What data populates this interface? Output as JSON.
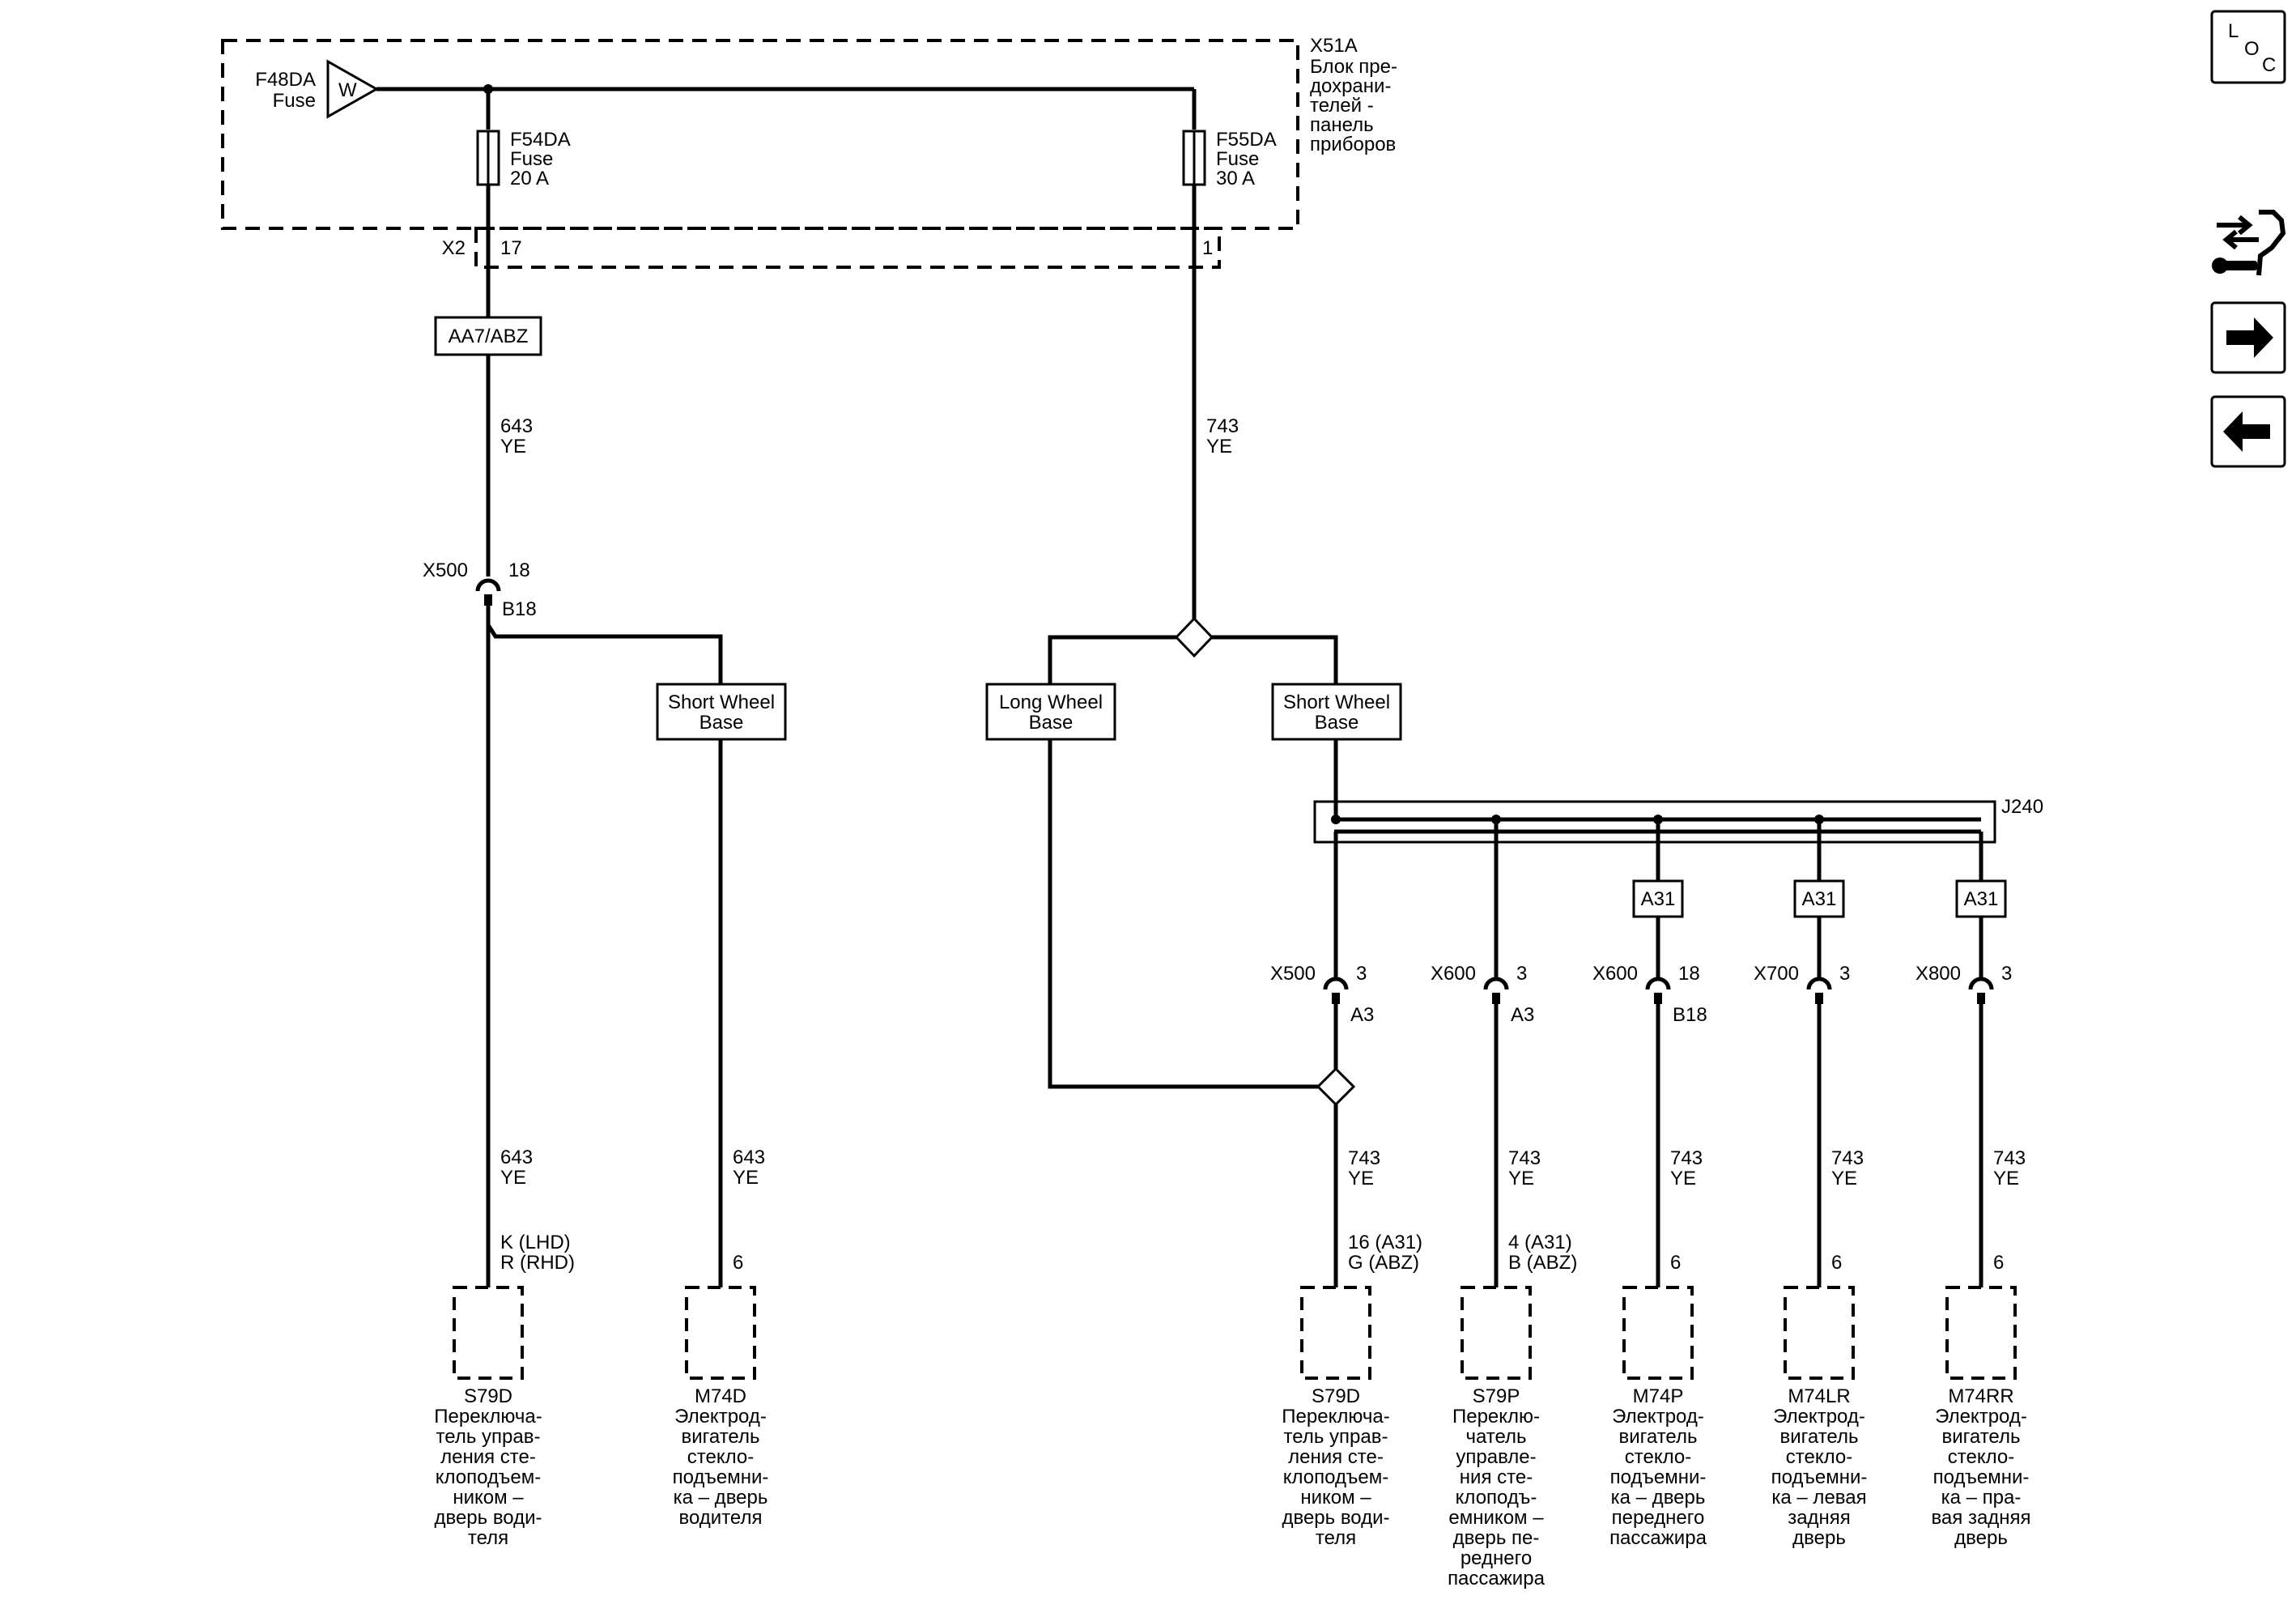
{
  "fuse_block": {
    "name": "X51A",
    "desc": [
      "Блок пре-",
      "дохрани-",
      "телей -",
      "панель",
      "приборов"
    ],
    "feed_fuse": [
      "F48DA",
      "Fuse"
    ],
    "feed_symbol": "W",
    "fuse1": [
      "F54DA",
      "Fuse",
      "20 A"
    ],
    "fuse2": [
      "F55DA",
      "Fuse",
      "30 A"
    ],
    "connector": "X2",
    "pin1": "17",
    "pin2": "1"
  },
  "option_boxes": {
    "aa7_abz": "AA7/ABZ",
    "short_wb_left": [
      "Short Wheel",
      "Base"
    ],
    "long_wb": [
      "Long Wheel",
      "Base"
    ],
    "short_wb_right": [
      "Short Wheel",
      "Base"
    ],
    "a31": "A31"
  },
  "wires": {
    "w643": [
      "643",
      "YE"
    ],
    "w743": [
      "743",
      "YE"
    ]
  },
  "inline_connectors": {
    "x500_left": {
      "name": "X500",
      "pin_top": "18",
      "pin_bottom": "B18"
    },
    "c1": {
      "name": "X500",
      "pin_top": "3",
      "pin_bottom": "A3"
    },
    "c2": {
      "name": "X600",
      "pin_top": "3",
      "pin_bottom": "A3"
    },
    "c3": {
      "name": "X600",
      "pin_top": "18",
      "pin_bottom": "B18"
    },
    "c4": {
      "name": "X700",
      "pin_top": "3",
      "pin_bottom": ""
    },
    "c5": {
      "name": "X800",
      "pin_top": "3",
      "pin_bottom": ""
    }
  },
  "splice": "J240",
  "components": {
    "s79d_left": {
      "pin": [
        "K (LHD)",
        "R (RHD)"
      ],
      "id": "S79D",
      "desc": [
        "Переключа-",
        "тель управ-",
        "ления сте-",
        "клоподъем-",
        "ником –",
        "дверь води-",
        "теля"
      ]
    },
    "m74d": {
      "pin": [
        "6"
      ],
      "id": "M74D",
      "desc": [
        "Электрод-",
        "вигатель",
        "стекло-",
        "подъемни-",
        "ка – дверь",
        "водителя"
      ]
    },
    "s79d_right": {
      "pin": [
        "16 (A31)",
        "G (ABZ)"
      ],
      "id": "S79D",
      "desc": [
        "Переключа-",
        "тель управ-",
        "ления сте-",
        "клоподъем-",
        "ником –",
        "дверь води-",
        "теля"
      ]
    },
    "s79p": {
      "pin": [
        "4 (A31)",
        "B (ABZ)"
      ],
      "id": "S79P",
      "desc": [
        "Переклю-",
        "чатель",
        "управле-",
        "ния сте-",
        "клоподъ-",
        "емником –",
        "дверь пе-",
        "реднего",
        "пассажира"
      ]
    },
    "m74p": {
      "pin": [
        "6"
      ],
      "id": "M74P",
      "desc": [
        "Электрод-",
        "вигатель",
        "стекло-",
        "подъемни-",
        "ка – дверь",
        "переднего",
        "пассажира"
      ]
    },
    "m74lr": {
      "pin": [
        "6"
      ],
      "id": "M74LR",
      "desc": [
        "Электрод-",
        "вигатель",
        "стекло-",
        "подъемни-",
        "ка – левая",
        "задняя",
        "дверь"
      ]
    },
    "m74rr": {
      "pin": [
        "6"
      ],
      "id": "M74RR",
      "desc": [
        "Электрод-",
        "вигатель",
        "стекло-",
        "подъемни-",
        "ка – пра-",
        "вая задняя",
        "дверь"
      ]
    }
  },
  "nav": {
    "loc": [
      "L",
      "O",
      "C"
    ],
    "icons": [
      "connector-repair-icon",
      "arrow-right-icon",
      "arrow-left-icon"
    ]
  }
}
